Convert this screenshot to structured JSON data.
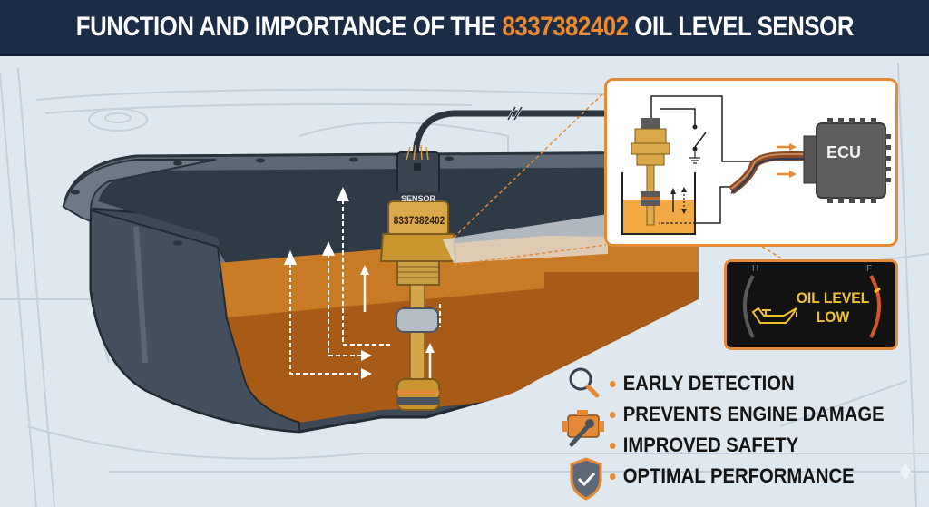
{
  "header": {
    "title_prefix": "FUNCTION AND IMPORTANCE OF THE ",
    "title_part_number": "8337382402",
    "title_suffix": " OIL LEVEL SENSOR"
  },
  "sensor": {
    "connector_label": "SENSOR",
    "part_number": "8337382402"
  },
  "inset_diagram": {
    "module_label": "ECU"
  },
  "dashboard_warning": {
    "gauge_left_label": "H",
    "gauge_right_label": "F",
    "message_line1": "OIL LEVEL",
    "message_line2": "LOW",
    "icon": "oil-can-icon"
  },
  "benefits": [
    {
      "label": "EARLY DETECTION",
      "icon": "magnifier-icon"
    },
    {
      "label": "PREVENTS ENGINE DAMAGE",
      "icon": "engine-wrench-icon"
    },
    {
      "label": "IMPROVED SAFETY",
      "icon": "shield-check-icon"
    },
    {
      "label": "OPTIMAL PERFORMANCE",
      "icon": "shield-check-icon"
    }
  ],
  "colors": {
    "header_bg": "#1b2c47",
    "accent_orange": "#ee8a2c",
    "oil": "#b8661a",
    "pan_dark": "#3b4654",
    "brass": "#d9a94a",
    "warning_yellow": "#f2c12e"
  }
}
